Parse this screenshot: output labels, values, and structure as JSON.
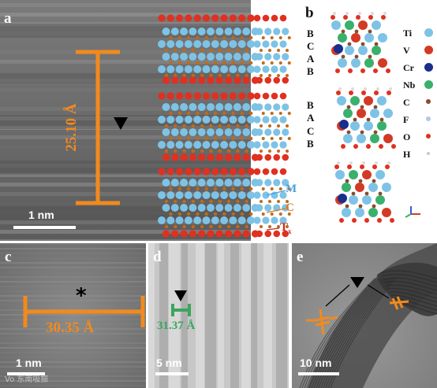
{
  "figure": {
    "panels": {
      "a": {
        "label": "a",
        "measurement": "25.10 Å",
        "scale_bar": "1 nm",
        "layer_labels": {
          "M": "M",
          "C": "C",
          "T": "T",
          "T_sub": "x"
        }
      },
      "b": {
        "label": "b",
        "stack1": [
          "B",
          "C",
          "A",
          "B"
        ],
        "stack2": [
          "B",
          "A",
          "C",
          "B"
        ],
        "legend": [
          {
            "symbol": "Ti",
            "color": "#7ec3e6"
          },
          {
            "symbol": "V",
            "color": "#d23a25"
          },
          {
            "symbol": "Cr",
            "color": "#1a2e8c"
          },
          {
            "symbol": "Nb",
            "color": "#39b06b"
          },
          {
            "symbol": "C",
            "color": "#8a4b2a"
          },
          {
            "symbol": "F",
            "color": "#b8c4e8"
          },
          {
            "symbol": "O",
            "color": "#e03020"
          },
          {
            "symbol": "H",
            "color": "#dcdcdc"
          }
        ]
      },
      "c": {
        "label": "c",
        "measurement": "30.35 Å",
        "scale_bar": "1 nm"
      },
      "d": {
        "label": "d",
        "measurement": "31.37 Å",
        "scale_bar": "5 nm"
      },
      "e": {
        "label": "e",
        "scale_bar": "10 nm"
      }
    },
    "colors": {
      "orange": "#f28a1e",
      "green": "#3ba55c",
      "ti_blue": "#7ec3e6",
      "o_red": "#e03020",
      "c_brown": "#b86a20"
    },
    "watermark": "Vo 东南吸振"
  }
}
